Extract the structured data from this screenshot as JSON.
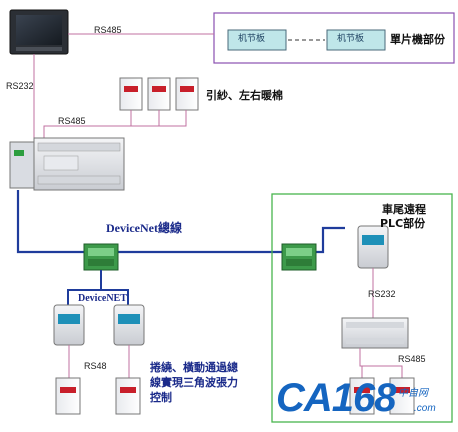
{
  "top": {
    "rs485_label": "RS485",
    "board1": "机节板",
    "board2": "机节板",
    "mcu_part": "單片機部份",
    "dashes": "- - - - -"
  },
  "hmi": {
    "rs232_label": "RS232"
  },
  "drives_top": {
    "rs485_label": "RS485",
    "caption": "引紗、左右暖棉"
  },
  "network": {
    "devicenet_cable": "DeviceNet總線",
    "devicenet_tag": "DeviceNET"
  },
  "left_bottom": {
    "rs485_label": "RS48",
    "caption_line1": "捲繞、橫動通過總",
    "caption_line2": "線實現三角波張力",
    "caption_line3": "控制"
  },
  "remote": {
    "title_line1": "車尾遠程",
    "title_line2": "PLC部份",
    "rs232_label": "RS232",
    "rs485_label": "RS485"
  },
  "watermark": {
    "text": "CA168",
    "sub": "中自网",
    "url": ".com"
  },
  "colors": {
    "cable": "#1f3c9c",
    "green_box": "#49b54d",
    "purple_box": "#8a4fb0",
    "thin_line": "#c070a0"
  }
}
